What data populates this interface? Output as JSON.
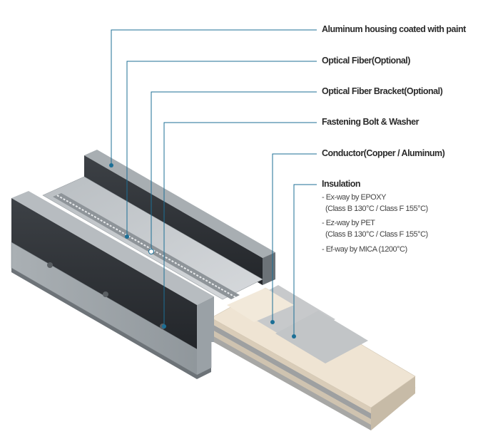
{
  "colors": {
    "leader": "#1c6f96",
    "housing_dark": "#2f3236",
    "housing_mid": "#8b9196",
    "housing_light": "#c9cdd0",
    "insulation": "#efe4d3",
    "conductor": "#c7c9cb"
  },
  "labels": {
    "housing": "Aluminum housing coated with paint",
    "optical_fiber": "Optical Fiber(Optional)",
    "fiber_bracket": "Optical Fiber Bracket(Optional)",
    "bolt": "Fastening Bolt & Washer",
    "conductor": "Conductor(Copper / Aluminum)",
    "insulation": "Insulation"
  },
  "insulation_options": [
    {
      "line1": "- Ex-way by EPOXY",
      "line2": "(Class B 130°C / Class F 155°C)"
    },
    {
      "line1": "- Ez-way by PET",
      "line2": "(Class B 130°C / Class F 155°C)"
    },
    {
      "line1": "- Ef-way by MICA (1200°C)",
      "line2": ""
    }
  ]
}
